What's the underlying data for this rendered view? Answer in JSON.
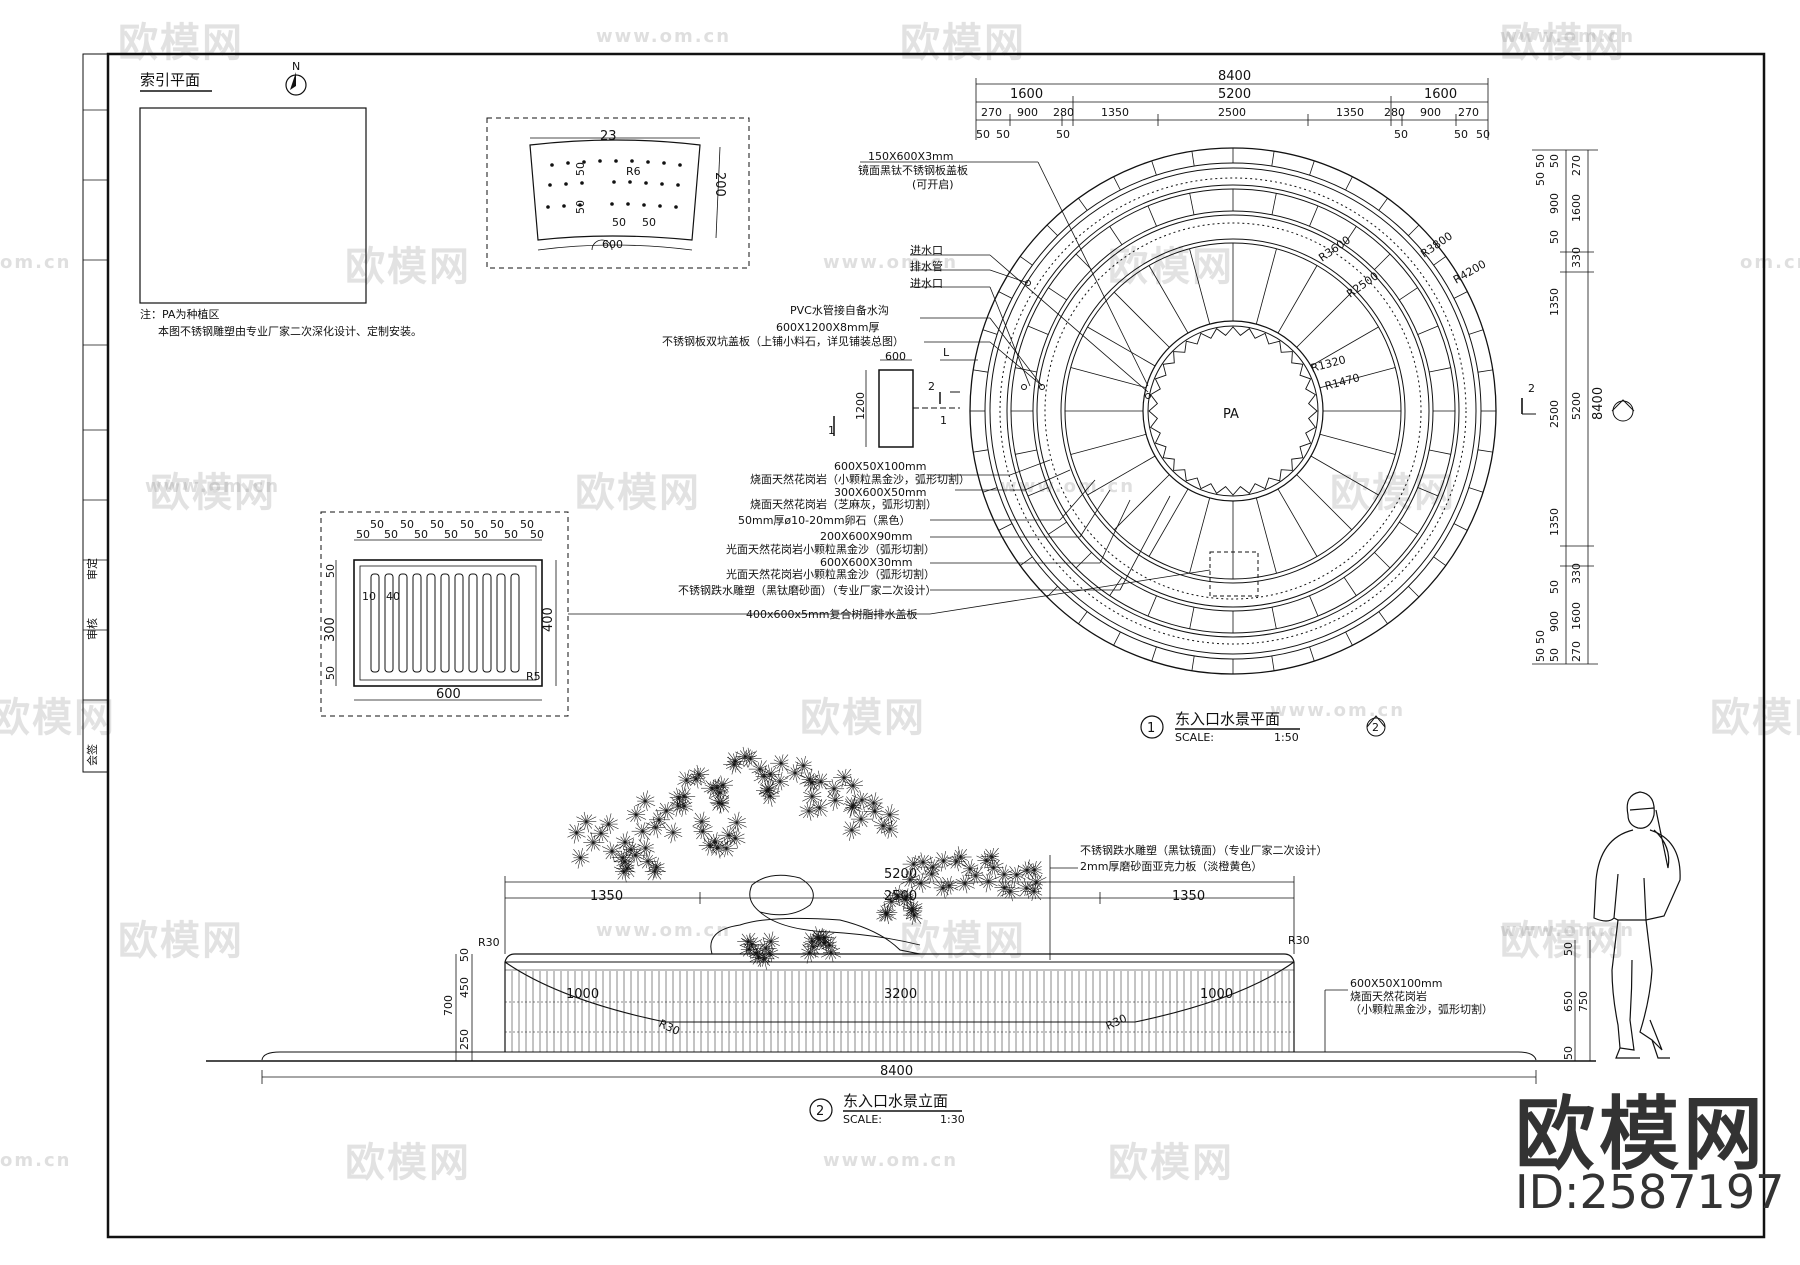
{
  "watermark": {
    "logo": "欧模网",
    "url": "www.om.cn",
    "url_cut": "om.cn"
  },
  "brand": {
    "name": "欧模网",
    "id": "ID:2587197"
  },
  "index_plan": {
    "title": "索引平面",
    "north": "N",
    "notes": [
      "注：PA为种植区",
      "本图不锈钢雕塑由专业厂家二次深化设计、定制安装。"
    ]
  },
  "sidebar_labels": [
    "会签",
    "审定",
    "审核"
  ],
  "grate_detail": {
    "dims": {
      "width": "23",
      "depth": "200",
      "pitch_a": "50",
      "pitch_b": "50",
      "radius": "R6",
      "cut_a": "50",
      "cut_b": "50",
      "bottom": "600"
    }
  },
  "drain_detail": {
    "dims": {
      "cols": [
        "50",
        "50",
        "50",
        "50",
        "50",
        "50",
        "50"
      ],
      "top": [
        "50",
        "50",
        "50",
        "50",
        "50",
        "50"
      ],
      "w": "600",
      "h": "400",
      "inner": "300",
      "m1": "50",
      "m2": "50",
      "bar": "10",
      "gap": "40",
      "r": "R5"
    }
  },
  "plan": {
    "title": "东入口水景平面",
    "scale_label": "SCALE:",
    "scale": "1:50",
    "number": "1",
    "ref": "2",
    "overall": "8400",
    "top_dims_1": [
      "1600",
      "5200",
      "1600"
    ],
    "top_dims_2": [
      "270",
      "900",
      "280",
      "1350",
      "2500",
      "1350",
      "280",
      "900",
      "270"
    ],
    "top_dims_3": [
      "50",
      "50",
      "50",
      "50",
      "50",
      "50"
    ],
    "right_dims_1": [
      "270",
      "1600",
      "330",
      "5200",
      "330",
      "1600",
      "270"
    ],
    "right_dims_2": [
      "50",
      "900",
      "50",
      "1350",
      "2500",
      "1350",
      "50",
      "900",
      "50"
    ],
    "right_dims_3": [
      "50",
      "50",
      "50",
      "50"
    ],
    "right_total": "8400",
    "radii": [
      "R3600",
      "R2500",
      "R3800",
      "R4200",
      "R1320",
      "R1470"
    ],
    "center": "PA",
    "section_mark": "2",
    "callouts": [
      "150X600X3mm",
      "镜面黑钛不锈钢板盖板",
      "(可开启)",
      "进水口",
      "排水管",
      "进水口",
      "PVC水管接自备水沟",
      "600X1200X8mm厚",
      "不锈钢板双坑盖板（上铺小料石，详见铺装总图）",
      "600X50X100mm",
      "烧面天然花岗岩（小颗粒黑金沙，弧形切割）",
      "300X600X50mm",
      "烧面天然花岗岩（芝麻灰，弧形切割）",
      "50mm厚ø10-20mm卵石（黑色）",
      "200X600X90mm",
      "光面天然花岗岩小颗粒黑金沙（弧形切割）",
      "600X600X30mm",
      "光面天然花岗岩小颗粒黑金沙（弧形切割）",
      "不锈钢跌水雕塑（黑钛磨砂面）（专业厂家二次设计）",
      "400x600x5mm复合树脂排水盖板"
    ],
    "sump": {
      "w": "600",
      "l": "L",
      "h": "1200",
      "cut": "1",
      "mark": "2"
    }
  },
  "elevation": {
    "title": "东入口水景立面",
    "scale_label": "SCALE:",
    "scale": "1:30",
    "number": "2",
    "top_total": "5200",
    "top_dims": [
      "1350",
      "2500",
      "1350"
    ],
    "body_dims": [
      "1000",
      "3200",
      "1000"
    ],
    "radii": [
      "R30",
      "R30",
      "R30",
      "R30"
    ],
    "left_dims": [
      "50",
      "450",
      "700",
      "250"
    ],
    "right_dims": [
      "50",
      "650",
      "750",
      "50"
    ],
    "bottom_total": "8400",
    "callouts": [
      "不锈钢跌水雕塑（黑钛镜面）（专业厂家二次设计）",
      "2mm厚磨砂面亚克力板（淡橙黄色）",
      "600X50X100mm",
      "烧面天然花岗岩",
      "（小颗粒黑金沙，弧形切割）"
    ]
  }
}
